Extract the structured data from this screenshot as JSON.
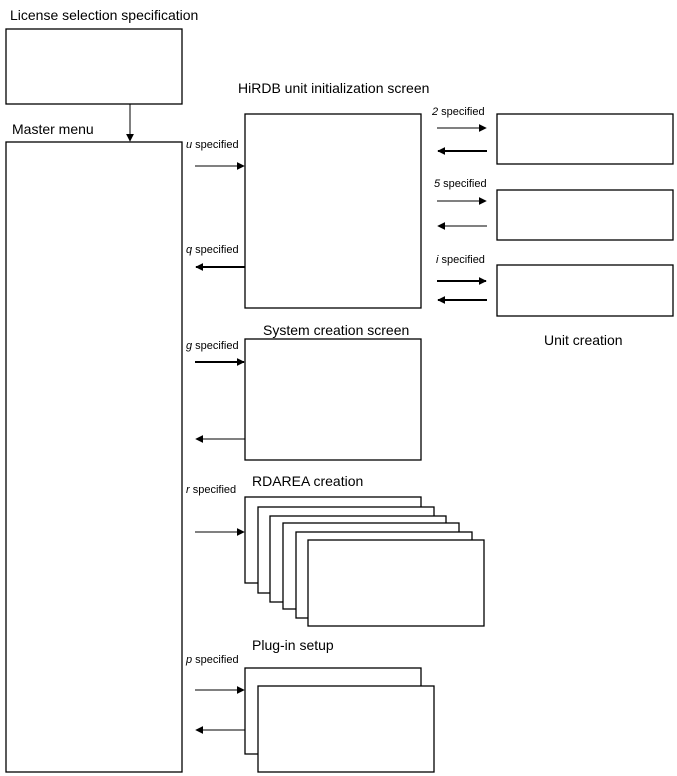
{
  "labels": {
    "license": "License selection specification",
    "master": "Master menu",
    "hirdb_init": "HiRDB unit initialization screen",
    "system_creation": "System creation screen",
    "rdarea": "RDAREA creation",
    "plugin": "Plug-in setup",
    "unit_creation": "Unit creation"
  },
  "options": {
    "u": {
      "key": "u",
      "text": " specified"
    },
    "q": {
      "key": "q",
      "text": " specified"
    },
    "g": {
      "key": "g",
      "text": " specified"
    },
    "r": {
      "key": "r",
      "text": " specified"
    },
    "p": {
      "key": "p",
      "text": " specified"
    },
    "two": {
      "key": "2",
      "text": " specified"
    },
    "five": {
      "key": "5",
      "text": " specified"
    },
    "i": {
      "key": "i",
      "text": " specified"
    }
  }
}
